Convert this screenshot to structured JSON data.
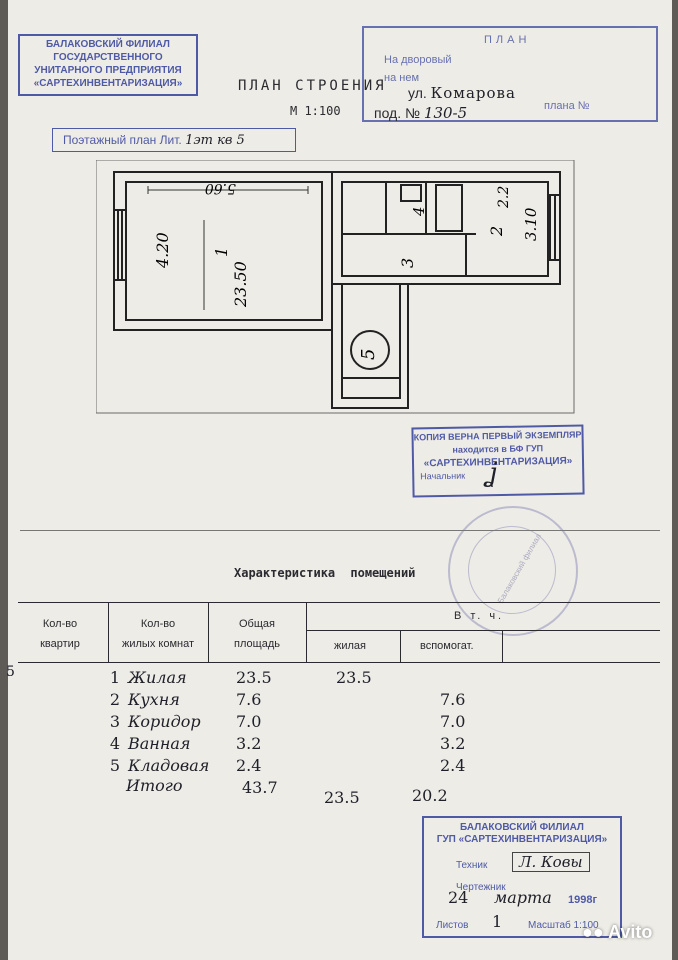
{
  "stamp_top_left": {
    "lines": [
      "БАЛАКОВСКИЙ ФИЛИАЛ",
      "ГОСУДАРСТВЕННОГО",
      "УНИТАРНОГО ПРЕДПРИЯТИЯ",
      "«САРТЕХИНВЕНТАРИЗАЦИЯ»"
    ]
  },
  "stamp_top_right": {
    "title": "ПЛАН",
    "line1": "На дворовый",
    "line2": "на нем",
    "line3": "плана №"
  },
  "header": {
    "plan_title": "ПЛАН СТРОЕНИЯ",
    "scale": "М 1:100",
    "street_prefix": "ул.",
    "street_name": "Комарова",
    "house_prefix": "под. №",
    "house_number": "130-5"
  },
  "floor_plan_label": {
    "printed": "Поэтажный план Лит.",
    "handwritten": "1эт кв 5"
  },
  "plan": {
    "room1_number": "1",
    "room1_area": "23.50",
    "room1_width": "5.60",
    "room1_height": "4.20",
    "room2_number": "2",
    "room2_height": "3.10",
    "room2_width": "2.2",
    "room3_number": "3",
    "room4_number": "4",
    "room5_label": "5"
  },
  "stamp_copy": {
    "line1": "КОПИЯ ВЕРНА ПЕРВЫЙ ЭКЗЕМПЛЯР",
    "line2": "находится в БФ ГУП",
    "line3": "«САРТЕХИНВЕНТАРИЗАЦИЯ»",
    "line4": "Начальник"
  },
  "stamp_round": {
    "text": "Балаковский филиал"
  },
  "characteristics": {
    "title": "Характеристика помещений",
    "columns": {
      "apartments": [
        "Кол-во",
        "квартир"
      ],
      "rooms": [
        "Кол-во",
        "жилых комнат"
      ],
      "total": [
        "Общая",
        "площадь"
      ],
      "incl": "В т. ч.",
      "living": "жилая",
      "aux": "вспомогат."
    },
    "rows": [
      {
        "num": "1",
        "name": "Жилая",
        "total": "23.5",
        "living": "23.5",
        "aux": ""
      },
      {
        "num": "2",
        "name": "Кухня",
        "total": "7.6",
        "living": "",
        "aux": "7.6"
      },
      {
        "num": "3",
        "name": "Коридор",
        "total": "7.0",
        "living": "",
        "aux": "7.0"
      },
      {
        "num": "4",
        "name": "Ванная",
        "total": "3.2",
        "living": "",
        "aux": "3.2"
      },
      {
        "num": "5",
        "name": "Кладовая",
        "total": "2.4",
        "living": "",
        "aux": "2.4"
      }
    ],
    "total_row": {
      "name": "Итого",
      "total": "43.7",
      "living": "23.5",
      "aux": "20.2"
    },
    "margin_mark": "5"
  },
  "stamp_bottom": {
    "line1": "БАЛАКОВСКИЙ ФИЛИАЛ",
    "line2": "ГУП «САРТЕХИНВЕНТАРИЗАЦИЯ»",
    "tech_label": "Техник",
    "tech_name": "Л. Ковы",
    "draw_label": "Чертежник",
    "day": "24",
    "month": "марта",
    "year": "1998г",
    "sheets_label": "Листов",
    "sheets": "1",
    "scale_label": "Масштаб 1:100"
  },
  "watermark": "Avito"
}
